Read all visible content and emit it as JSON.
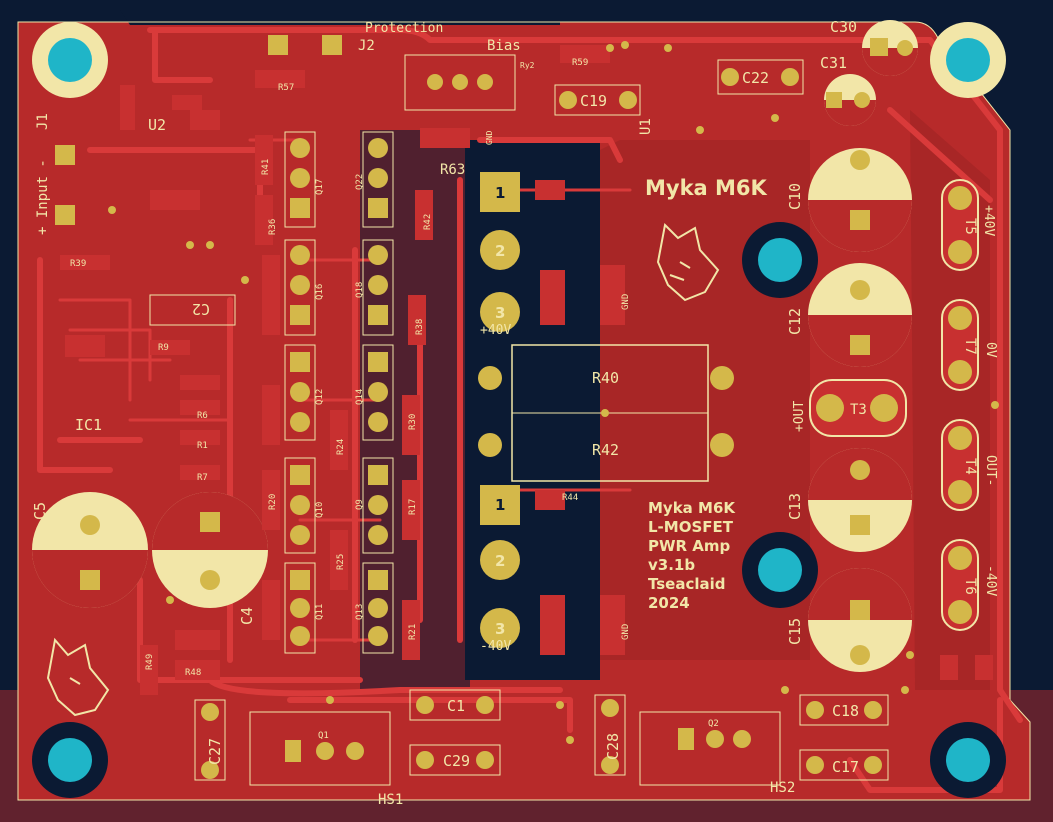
{
  "board": {
    "title": "Myka M6K",
    "info_lines": [
      "Myka M6K",
      "L-MOSFET",
      "PWR Amp",
      "v3.1b",
      "Tseaclaid",
      "2024"
    ],
    "colors": {
      "background": "#0b1a33",
      "copper": "#b72a2a",
      "trace": "#d93a3a",
      "silk": "#f2e6a8",
      "pad": "#d4b84a",
      "hole": "#1fb5c8"
    }
  },
  "labels": {
    "protection": "Protection",
    "bias": "Bias",
    "input": "+ Input -",
    "j1": "J1",
    "j2": "J2",
    "u1": "U1",
    "u2": "U2",
    "ic1": "IC1",
    "hs1": "HS1",
    "hs2": "HS2",
    "plus40": "+40V",
    "zero_v": "0V",
    "minus40": "-40V",
    "out_plus": "+OUT",
    "out_minus": "OUT-",
    "r40": "R40",
    "r42": "R42",
    "r63": "R63",
    "gnd": "GND",
    "ry2": "Ry2"
  },
  "caps": {
    "c1": "C1",
    "c2": "C2",
    "c4": "C4",
    "c5": "C5",
    "c10": "C10",
    "c12": "C12",
    "c13": "C13",
    "c15": "C15",
    "c17": "C17",
    "c18": "C18",
    "c19": "C19",
    "c22": "C22",
    "c27": "C27",
    "c28": "C28",
    "c29": "C29",
    "c30": "C30",
    "c31": "C31"
  },
  "terminals": {
    "t3": "T3",
    "t4": "T4",
    "t5": "T5",
    "t6": "T6",
    "t7": "T7"
  },
  "transistors": [
    "Q17",
    "Q22",
    "Q16",
    "Q18",
    "Q12",
    "Q14",
    "Q10",
    "Q9",
    "Q11",
    "Q13"
  ],
  "resistors": [
    "R41",
    "R36",
    "R20",
    "R24",
    "R30",
    "R25",
    "R17",
    "R21",
    "R59",
    "R57",
    "R44",
    "R49",
    "R48",
    "R39",
    "R9",
    "R6",
    "R1",
    "R7",
    "R42",
    "R38"
  ],
  "heatsink_q": [
    "Q1",
    "Q2"
  ],
  "pad_numbers": [
    "1",
    "2",
    "3"
  ]
}
